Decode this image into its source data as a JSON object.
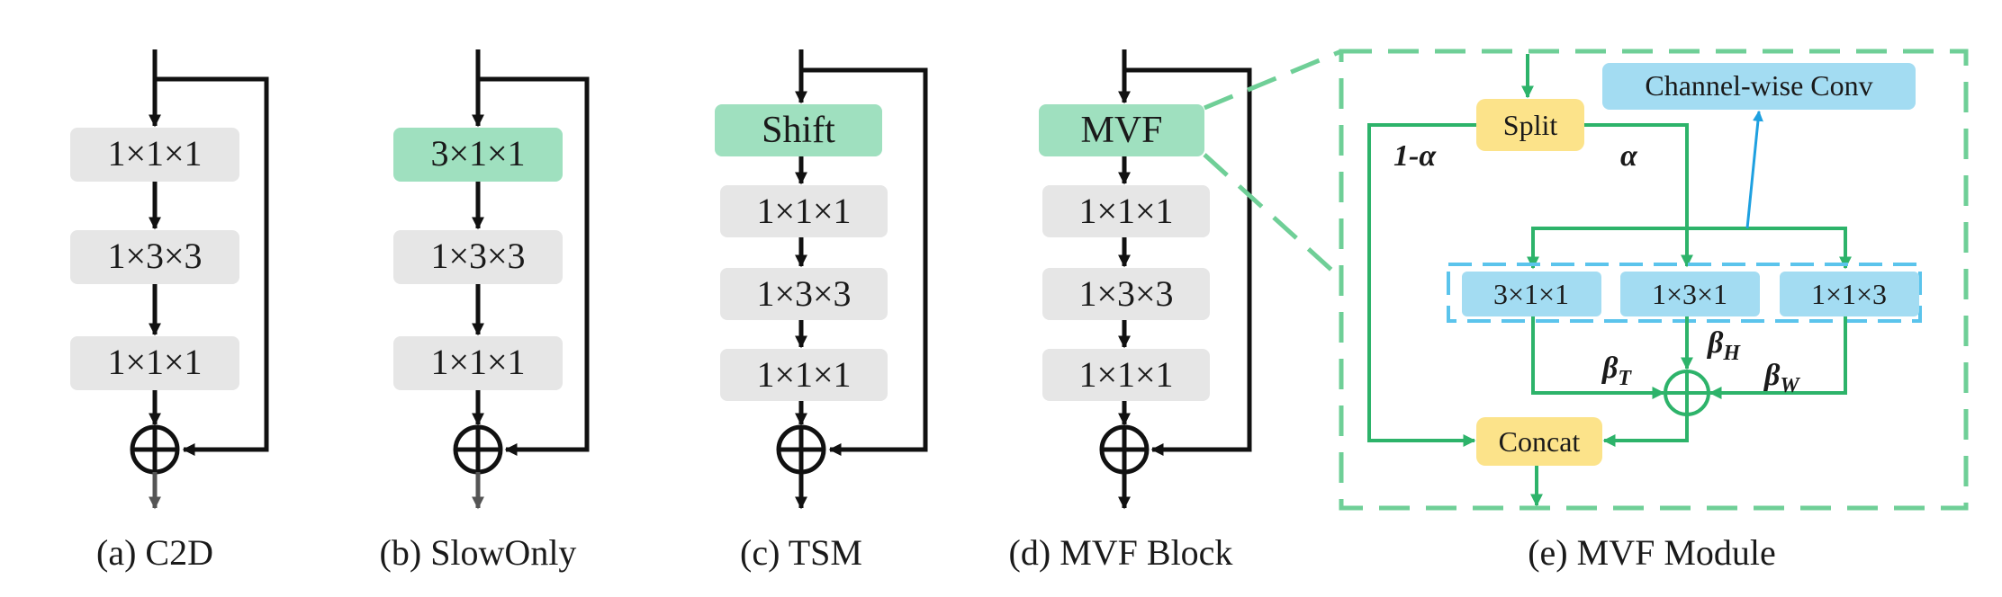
{
  "panels": {
    "a": {
      "caption": "(a) C2D",
      "blocks": [
        "1×1×1",
        "1×3×3",
        "1×1×1"
      ]
    },
    "b": {
      "caption": "(b) SlowOnly",
      "blocks": [
        "3×1×1",
        "1×3×3",
        "1×1×1"
      ]
    },
    "c": {
      "caption": "(c) TSM",
      "top": "Shift",
      "blocks": [
        "1×1×1",
        "1×3×3",
        "1×1×1"
      ]
    },
    "d": {
      "caption": "(d) MVF Block",
      "top": "MVF",
      "blocks": [
        "1×1×1",
        "1×3×3",
        "1×1×1"
      ]
    },
    "e": {
      "caption": "(e) MVF Module",
      "split": "Split",
      "concat": "Concat",
      "channel_conv": "Channel-wise Conv",
      "convs": [
        "3×1×1",
        "1×3×1",
        "1×1×3"
      ],
      "one_minus_alpha": "1-α",
      "alpha": "α",
      "beta": "β",
      "beta_T_sub": "T",
      "beta_H_sub": "H",
      "beta_W_sub": "W"
    }
  },
  "colors": {
    "gray_box": "#e6e6e6",
    "green_box": "#9fe0bf",
    "blue_box": "#a3dcf2",
    "yellow_box": "#fce38a",
    "green_line": "#2db36a",
    "blue_line": "#1ea0e0",
    "dash_green": "#6fcf97",
    "black": "#111111"
  }
}
